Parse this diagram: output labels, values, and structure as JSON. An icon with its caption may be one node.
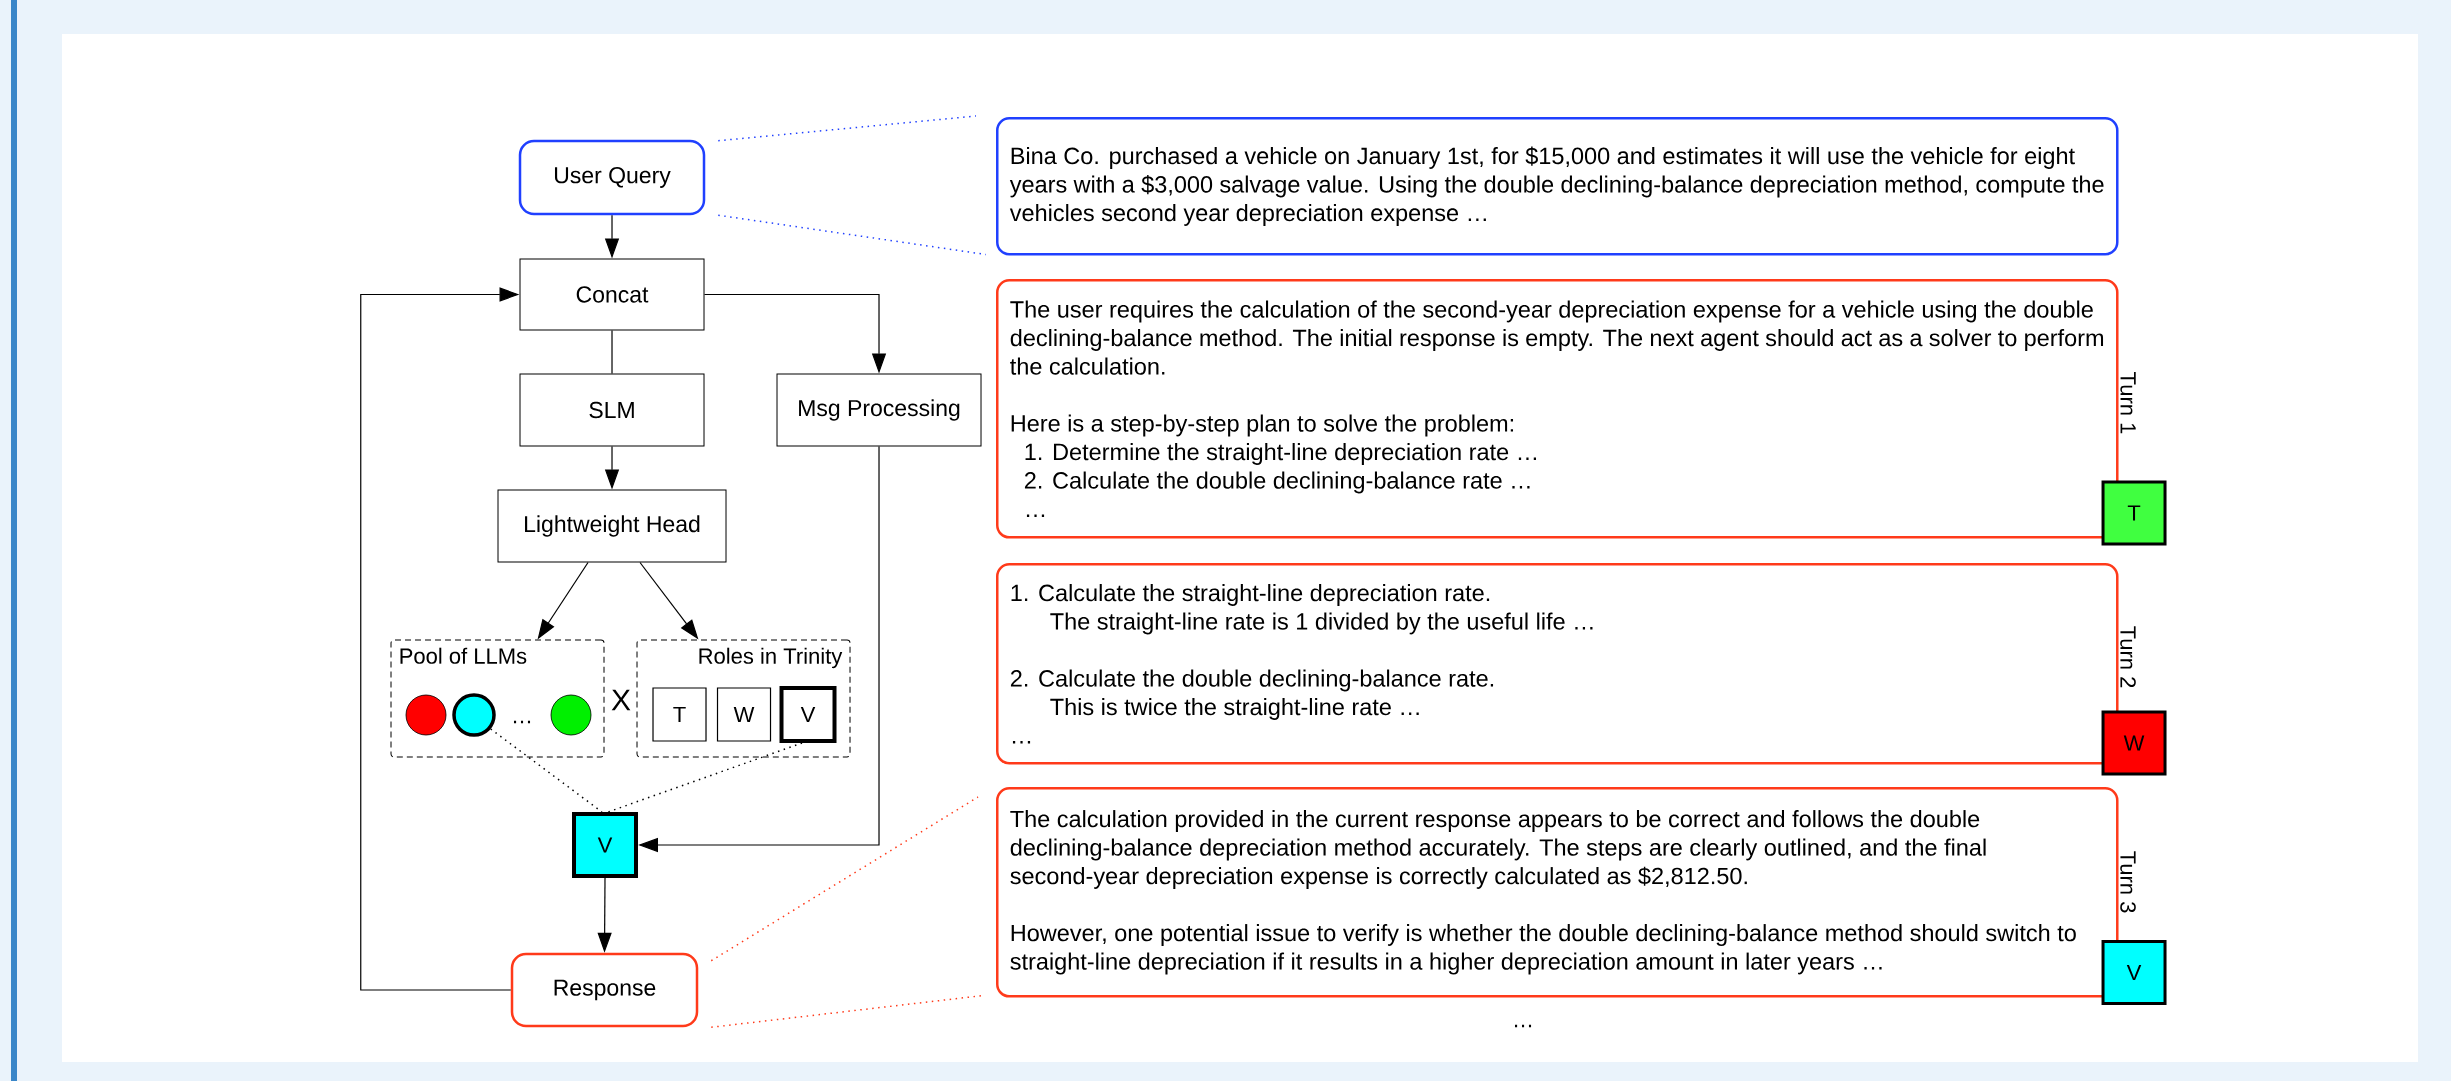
{
  "diagram": {
    "nodes": [
      {
        "text": [
          "User Query"
        ]
      },
      {
        "text": [
          "Concat"
        ]
      },
      {
        "text": [
          "SLM"
        ]
      },
      {
        "text": [
          "Msg Processing"
        ]
      },
      {
        "text": [
          "Lightweight Head"
        ]
      },
      {
        "text": [
          "Pool of LLMs"
        ]
      },
      {
        "text": [],
        "shape": "circle",
        "in": 5
      },
      {
        "text": [],
        "shape": "circle",
        "in": 5
      },
      {
        "text": [],
        "shape": "circle",
        "in": 5
      },
      {
        "text": [
          "Roles in Trinity"
        ]
      },
      {
        "text": [
          "T"
        ],
        "in": 9
      },
      {
        "text": [
          "W"
        ],
        "in": 9
      },
      {
        "text": [
          "V"
        ],
        "in": 9
      },
      {
        "text": [
          "V"
        ]
      },
      {
        "text": [
          "Response"
        ]
      },
      {
        "text": [
          "Bina Co. purchased a vehicle on January 1st, for $15,000 and estimates it will use the vehicle for eight years with a $3,000 salvage value. Using the double declining-balance depreciation method, compute the vehicles second year depreciation expense …"
        ]
      },
      {
        "text": [
          "The user requires the calculation of the second-year depreciation expense for a vehicle using the double declining-balance method. The initial response is empty. The next agent should act as a solver to perform the calculation.",
          "Here is a step-by-step plan to solve the problem:",
          "1. Determine the straight-line depreciation rate …",
          "2. Calculate the double declining-balance rate …",
          "…"
        ],
        "beside": [
          "Turn 1"
        ]
      },
      {
        "text": [
          "T"
        ]
      },
      {
        "text": [
          "1. Calculate the straight-line depreciation rate.",
          "The straight-line rate is 1 divided by the useful life …",
          "2. Calculate the double declining-balance rate.",
          "This is twice the straight-line rate …",
          "…"
        ],
        "beside": [
          "Turn 2"
        ]
      },
      {
        "text": [
          "W"
        ]
      },
      {
        "text": [
          "The calculation provided in the current response appears to be correct and follows the double declining-balance depreciation method accurately. The steps are clearly outlined, and the final second-year depreciation expense is correctly calculated as $2,812.50.",
          "However, one potential issue to verify is whether the double declining-balance method should switch to straight-line depreciation if it results in a higher depreciation amount in later years …"
        ],
        "beside": [
          "Turn 3"
        ]
      },
      {
        "text": [
          "V"
        ]
      }
    ],
    "edges": [
      {
        "from": 0,
        "to": 1,
        "arrow": "to"
      },
      {
        "from": 14,
        "to": 1,
        "arrow": "to"
      },
      {
        "from": 1,
        "to": 2,
        "arrow": "none"
      },
      {
        "from": 1,
        "to": 3,
        "arrow": "to"
      },
      {
        "from": 2,
        "to": 4,
        "arrow": "to"
      },
      {
        "from": 4,
        "to": 5,
        "arrow": "to"
      },
      {
        "from": 4,
        "to": 9,
        "arrow": "to"
      },
      {
        "from": 3,
        "to": 13,
        "arrow": "to"
      },
      {
        "from": 13,
        "to": 14,
        "arrow": "to"
      },
      {
        "from": 7,
        "to": 13,
        "arrow": "none",
        "style": "dashed"
      },
      {
        "from": 12,
        "to": 13,
        "arrow": "none",
        "style": "dashed"
      },
      {
        "from": 0,
        "to": 15,
        "arrow": "none",
        "style": "dashed",
        "color": "#2040ff"
      },
      {
        "from": 0,
        "to": 15,
        "arrow": "none",
        "style": "dashed",
        "color": "#2040ff"
      },
      {
        "from": 14,
        "to": 20,
        "arrow": "none",
        "style": "dashed",
        "color": "#ff3a1a"
      },
      {
        "from": 14,
        "to": 20,
        "arrow": "none",
        "style": "dashed",
        "color": "#ff3a1a"
      }
    ],
    "labels": [
      "…",
      "X",
      "…"
    ]
  }
}
